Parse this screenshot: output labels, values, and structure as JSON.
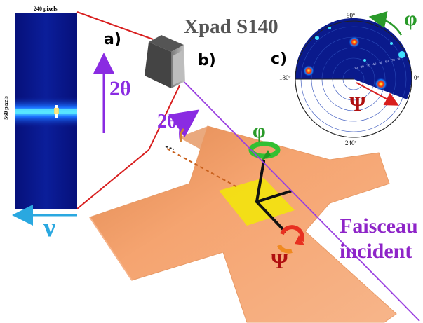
{
  "detector_image": {
    "top_label": "240 pixels",
    "side_label": "560 pixels"
  },
  "labels": {
    "panel_a": "a)",
    "panel_b": "b)",
    "panel_c": "c)",
    "detector_name": "Xpad S140",
    "two_theta": "2θ",
    "nu": "ν",
    "phi": "φ",
    "psi": "Ψ",
    "beam_line1": "Faisceau",
    "beam_line2": "incident"
  },
  "pole_figure": {
    "angle_top": "90º",
    "angle_left": "180º",
    "angle_right": "0º",
    "angle_bottom": "240º",
    "scale_ticks": [
      "10",
      "20",
      "30",
      "40",
      "50",
      "60",
      "70",
      "80"
    ],
    "phi_symbol": "φ",
    "psi_symbol": "Ψ"
  },
  "colors": {
    "detector_bg": "#0a1a8c",
    "stripe": "#29d8ff",
    "tube_purple": "#8a2be2",
    "cyan": "#2aa8e0",
    "red_line": "#d81e1e",
    "green": "#2a9a2a",
    "sample_orange": "#f4a06a",
    "gold": "#f2e012",
    "psi_red": "#b01010",
    "beam_text": "#8e24c8"
  }
}
